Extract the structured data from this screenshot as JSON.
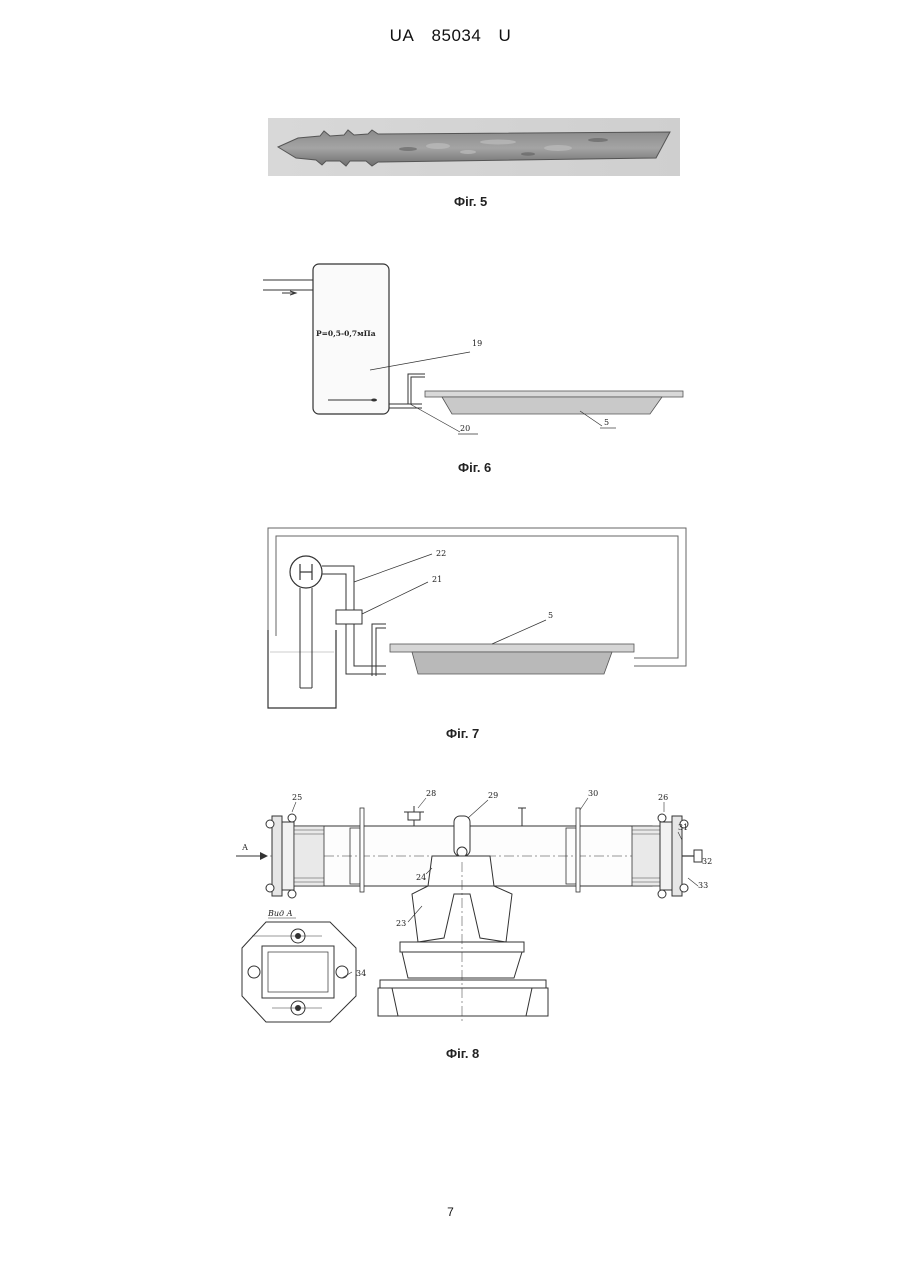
{
  "header": {
    "country": "UA",
    "number": "85034",
    "kind": "U"
  },
  "figures": [
    {
      "caption": "Фіг. 5"
    },
    {
      "caption": "Фіг. 6",
      "pressure_label": "P=0,5-0,7мПа",
      "labels": [
        "19",
        "20",
        "5"
      ]
    },
    {
      "caption": "Фіг. 7",
      "labels": [
        "22",
        "21",
        "5"
      ]
    },
    {
      "caption": "Фіг. 8",
      "view_label": "Вид А",
      "arrow_label": "А",
      "labels": [
        "25",
        "28",
        "29",
        "30",
        "26",
        "31",
        "32",
        "33",
        "24",
        "23",
        "34"
      ]
    }
  ],
  "page_number": "7"
}
